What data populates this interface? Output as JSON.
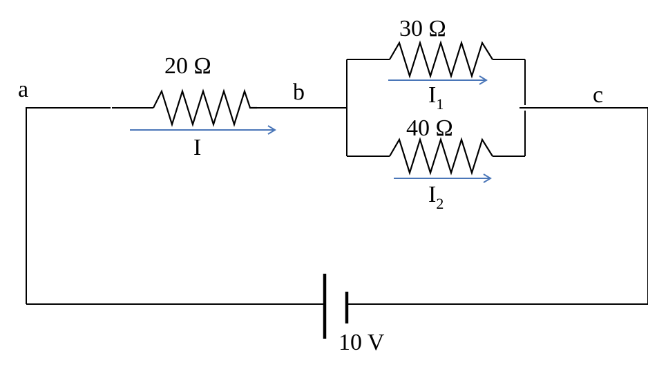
{
  "nodes": {
    "a": "a",
    "b": "b",
    "c": "c"
  },
  "resistors": {
    "r1": "20 Ω",
    "r2": "30 Ω",
    "r3": "40 Ω"
  },
  "currents": {
    "main": "I",
    "branch1": {
      "symbol": "I",
      "subscript": "1"
    },
    "branch2": {
      "symbol": "I",
      "subscript": "2"
    }
  },
  "battery": {
    "label": "10 V"
  },
  "colors": {
    "wire": "#000000",
    "current_arrow": "#4a76b8"
  }
}
